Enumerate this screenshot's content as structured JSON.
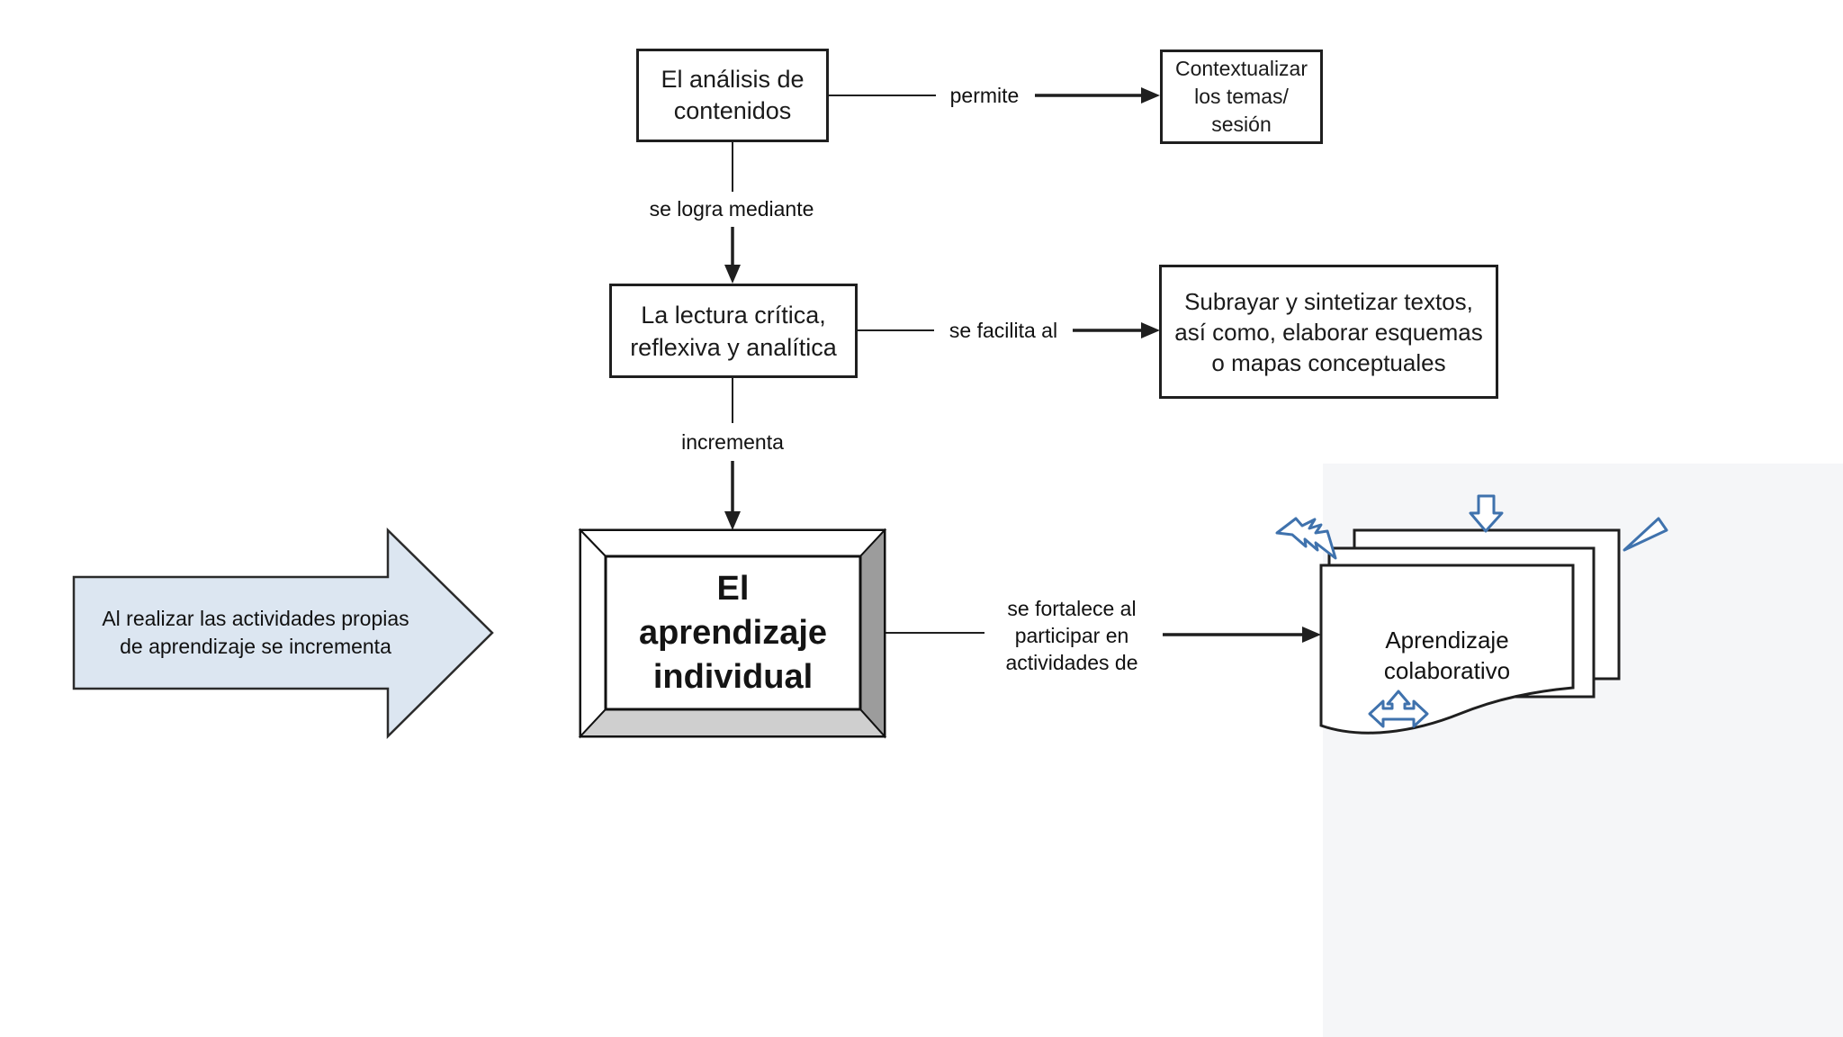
{
  "diagram": {
    "nodes": {
      "analisis": {
        "line1": "El análisis de",
        "line2": "contenidos"
      },
      "contextualizar": {
        "line1": "Contextualizar",
        "line2": "los temas/",
        "line3": "sesión"
      },
      "lectura": {
        "line1": "La lectura crítica,",
        "line2": "reflexiva y analítica"
      },
      "subrayar": {
        "line1": "Subrayar y sintetizar textos,",
        "line2": "así como, elaborar esquemas",
        "line3": "o mapas conceptuales"
      },
      "individual": {
        "line1": "El",
        "line2": "aprendizaje",
        "line3": "individual"
      },
      "colaborativo": {
        "line1": "Aprendizaje",
        "line2": "colaborativo"
      },
      "callout": {
        "line1": "Al realizar las actividades propias",
        "line2": "de aprendizaje se incrementa"
      }
    },
    "labels": {
      "permite": "permite",
      "se_logra": "se logra mediante",
      "se_facilita": "se facilita al",
      "incrementa": "incrementa",
      "fortalece1": "se fortalece al",
      "fortalece2": "participar en",
      "fortalece3": "actividades de"
    },
    "icons": {
      "lightning": "lightning-icon",
      "down_arrow": "down-arrow-icon",
      "flash_triangle": "flash-triangle-icon",
      "three_way_arrow": "three-way-arrow-icon"
    },
    "colors": {
      "accent_blue": "#3f72ad",
      "callout_fill": "#dce6f1",
      "frame_side_gray": "#9c9c9c",
      "frame_bottom_gray": "#cfcfcf",
      "panel_bg": "#f5f6f8",
      "ink": "#1a1a1a"
    }
  }
}
